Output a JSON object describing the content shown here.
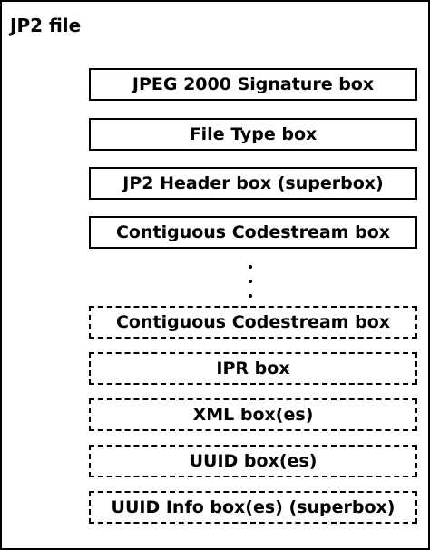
{
  "title": "JP2 file",
  "boxes": [
    {
      "label": "JPEG 2000 Signature box",
      "style": "solid"
    },
    {
      "label": "File Type box",
      "style": "solid"
    },
    {
      "label": "JP2 Header box (superbox)",
      "style": "solid"
    },
    {
      "label": "Contiguous Codestream box",
      "style": "solid"
    },
    {
      "label": "Contiguous Codestream box",
      "style": "dashed"
    },
    {
      "label": "IPR box",
      "style": "dashed"
    },
    {
      "label": "XML box(es)",
      "style": "dashed"
    },
    {
      "label": "UUID box(es)",
      "style": "dashed"
    },
    {
      "label": "UUID Info box(es) (superbox)",
      "style": "dashed"
    }
  ],
  "colors": {
    "border": "#000000",
    "background": "#ffffff",
    "text": "#000000"
  }
}
